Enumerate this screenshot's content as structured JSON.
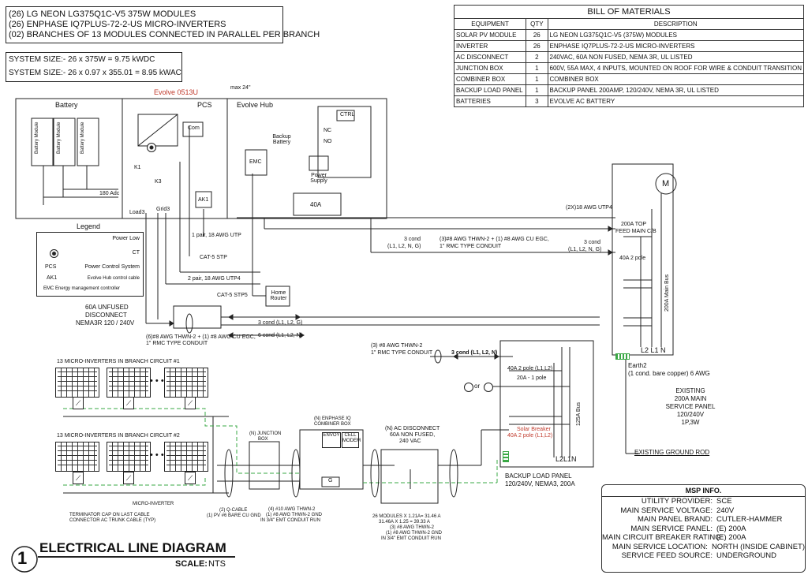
{
  "header_notes": [
    "(26) LG NEON LG375Q1C-V5 375W MODULES",
    "(26) ENPHASE  IQ7PLUS-72-2-US MICRO-INVERTERS",
    "(02) BRANCHES OF 13 MODULES CONNECTED IN PARALLEL PER BRANCH"
  ],
  "system_size": [
    "SYSTEM SIZE:- 26 x 375W = 9.75 kWDC",
    "SYSTEM SIZE:- 26 x 0.97 x 355.01  = 8.95 kWAC"
  ],
  "bom": {
    "title": "BILL OF MATERIALS",
    "headers": [
      "EQUIPMENT",
      "QTY",
      "DESCRIPTION"
    ],
    "rows": [
      [
        "SOLAR PV MODULE",
        "26",
        "LG NEON LG375Q1C-V5 (375W) MODULES"
      ],
      [
        "INVERTER",
        "26",
        "ENPHASE  IQ7PLUS-72-2-US MICRO-INVERTERS"
      ],
      [
        "AC DISCONNECT",
        "2",
        "240VAC, 60A NON FUSED, NEMA 3R, UL LISTED"
      ],
      [
        "JUNCTION BOX",
        "1",
        "600V, 55A MAX, 4 INPUTS, MOUNTED ON ROOF FOR WIRE & CONDUIT TRANSITION"
      ],
      [
        "COMBINER BOX",
        "1",
        "COMBINER BOX"
      ],
      [
        "BACKUP LOAD PANEL",
        "1",
        "BACKUP PANEL 200AMP, 120/240V, NEMA 3R, UL LISTED"
      ],
      [
        "BATTERIES",
        "3",
        "EVOLVE AC BATTERY"
      ]
    ]
  },
  "evolve": {
    "title": "Evolve 0513U",
    "max": "max 24\"",
    "battery": "Battery",
    "battery_module": "Battery Module",
    "adc": "180 Adc",
    "pcs": "PCS",
    "com": "Com",
    "k1": "K1",
    "k3": "K3",
    "ak1": "AK1",
    "load3": "Load3",
    "grid3": "Grid3",
    "hub": "Evolve Hub",
    "ctrl": "CTRL",
    "nc": "NC",
    "no": "NO",
    "backup_battery": "Backup Battery",
    "emc": "EMC",
    "power_supply": "Power Supply",
    "breaker40": "40A"
  },
  "legend": {
    "title": "Legend",
    "items": [
      {
        "sym": "",
        "label": "Power Low"
      },
      {
        "sym": "",
        "label": "CT"
      },
      {
        "sym": "PCS",
        "label": "Power Control System"
      },
      {
        "sym": "AK1",
        "label": "Evolve Hub control cable"
      },
      {
        "sym": "",
        "label": "EMC Energy management controller"
      }
    ]
  },
  "wire_labels": {
    "utp1": "1 pair, 18 AWG UTP",
    "cat5": "CAT-5 STP",
    "utp2": "2 pair, 18 AWG UTP4",
    "cat5_stp5": "CAT-5 STP5",
    "home_router": "Home Router",
    "utp4x2": "(2X)18 AWG UTP4",
    "cond_a": "3 cond\n(L1, L2, N, G)",
    "cond_a1": "3 cond",
    "cond_a2": "(L1, L2, N, G)",
    "thwn_a1": "(3)#8 AWG THWN-2 + (1) #8 AWG CU EGC,",
    "thwn_a2": "1\" RMC TYPE CONDUIT",
    "cond_b1": "3 cond",
    "cond_b2": "(L1, L2, N, G)",
    "cond_c": "3 cond (L1, L2, G)",
    "cond_d": "6 cond (L1, L2, N)",
    "thwn_b1": "(6)#8 AWG THWN-2 + (1) #8 AWG CU EGC,",
    "thwn_b2": "1\" RMC TYPE CONDUIT",
    "thwn_c1": "(3) #8 AWG THWN-2",
    "thwn_c2": "1\" RMC TYPE CONDUIT",
    "cond_e": "3 cond (L1, L2, N)"
  },
  "disconnect": {
    "l1": "60A UNFUSED",
    "l2": "DISCONNECT",
    "l3": "NEMA3R 120 / 240V"
  },
  "main_panel": {
    "top_feed1": "200A TOP",
    "top_feed2": "FEED MAIN C/B",
    "two_pole": "40A 2 pole",
    "bus": "200A Main Bus",
    "l2l1n": "L2  L1  N",
    "earth1": "Earth2",
    "earth2": "(1 cond. bare copper) 6 AWG",
    "existing1": "EXISTING",
    "existing2": "200A MAIN",
    "existing3": "SERVICE PANEL",
    "existing4": "120/240V",
    "existing5": "1P,3W",
    "ground_rod": "EXISTING GROUND ROD",
    "m": "M"
  },
  "backup_panel": {
    "b1": "40A 2 pole (L1,L2)",
    "b2": "20A - 1 pole",
    "solar1": "Solar Breaker",
    "solar2": "40A 2 pole (L1,L2)",
    "bus": "125A Bus",
    "l2l1n": "L2L1N",
    "or": "or",
    "title1": "BACKUP LOAD PANEL",
    "title2": "120/240V, NEMA3, 200A"
  },
  "pv": {
    "branch1": "13 MICRO-INVERTERS IN BRANCH CIRCUIT #1",
    "branch2": "13 MICRO-INVERTERS IN BRANCH CIRCUIT #2",
    "dots": "• • •",
    "micro": "MICRO-INVERTER",
    "terminator1": "TERMINATOR CAP ON LAST CABLE",
    "terminator2": "CONNECTOR AC TRUNK CABLE (TYP)",
    "qcable1": "(2) Q-CABLE",
    "qcable2": "(1) PV #6 BARE CU GND",
    "jb1": "(N) JUNCTION",
    "jb2": "BOX",
    "thwn1": "(4) #10 AWG THWN-2",
    "thwn2": "(1) #8 AWG THWN-2 GND",
    "thwn3": "IN 3/4\" EMT CONDUIT RUN",
    "combiner1": "(N) ENPHASE IQ",
    "combiner2": "COMBINER BOX",
    "envoy": "ENVOY",
    "cell": "CELL MODEM",
    "acd1": "(N) AC DISCONNECT",
    "acd2": "60A NON FUSED,",
    "acd3": "240 VAC",
    "calc1": "26 MODULES X 1.21A= 31.46 A",
    "calc2": "31.46A X 1.25 = 39.33 A",
    "calc3": "(3) #8 AWG THWN-2",
    "calc4": "(1) #8 AWG THWN-2 GND",
    "calc5": "IN 3/4\" EMT CONDUIT RUN",
    "g": "G"
  },
  "msp": {
    "title": "MSP INFO.",
    "rows": [
      [
        "UTILITY PROVIDER:",
        "SCE"
      ],
      [
        "MAIN SERVICE VOLTAGE:",
        "240V"
      ],
      [
        "MAIN PANEL BRAND:",
        "CUTLER-HAMMER"
      ],
      [
        "MAIN SERVICE PANEL:",
        "(E) 200A"
      ],
      [
        "MAIN CIRCUIT BREAKER RATING:",
        "(E) 200A"
      ],
      [
        "MAIN SERVICE LOCATION:",
        "NORTH (INSIDE CABINET)"
      ],
      [
        "SERVICE FEED SOURCE:",
        "UNDERGROUND"
      ]
    ]
  },
  "title_block": {
    "number": "1",
    "title": "ELECTRICAL LINE DIAGRAM",
    "scale_label": "SCALE:",
    "scale_value": "NTS"
  },
  "colors": {
    "accent_red": "#c0392b",
    "ground_green": "#3aa845"
  }
}
